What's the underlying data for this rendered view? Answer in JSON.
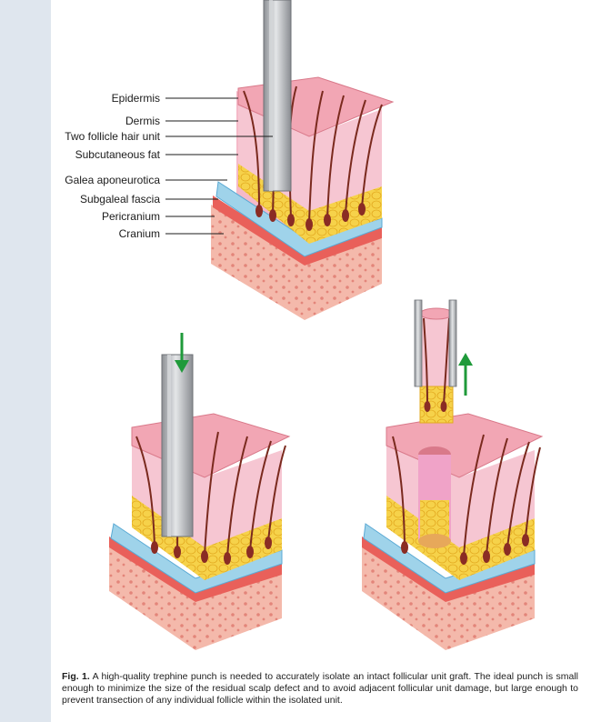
{
  "labels": {
    "epidermis": "Epidermis",
    "dermis": "Dermis",
    "two_follicle": "Two follicle hair unit",
    "subcutaneous_fat": "Subcutaneous fat",
    "galea": "Galea aponeurotica",
    "subgaleal": "Subgaleal fascia",
    "pericranium": "Pericranium",
    "cranium": "Cranium"
  },
  "caption": {
    "fig_label": "Fig. 1.",
    "text": "A high-quality trephine punch is needed to accurately isolate an intact follicular unit graft. The ideal punch is small enough to minimize the size of the residual scalp defect and to avoid adjacent follicular unit damage, but large enough to prevent transection of any individual follicle within the isolated unit."
  },
  "colors": {
    "epidermis": "#f2a6b4",
    "dermis": "#f6c3d0",
    "fat": "#f5cf3b",
    "galea": "#9fd3ea",
    "pericranium": "#e9605a",
    "cranium": "#f4b4a5",
    "hair": "#7a2a1e",
    "punch": "#b8babd",
    "arrow": "#1f9a3a",
    "sidebar": "#dfe6ee"
  }
}
